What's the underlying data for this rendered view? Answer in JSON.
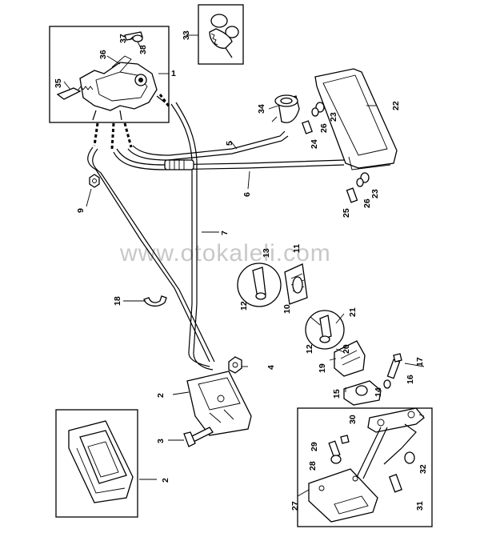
{
  "watermark": "www.otokaleli.com",
  "parts": {
    "p1": "1",
    "p2a": "2",
    "p2b": "2",
    "p3": "3",
    "p4": "4",
    "p5": "5",
    "p6": "6",
    "p7": "7",
    "p9": "9",
    "p10": "10",
    "p11": "11",
    "p12a": "12",
    "p12b": "12",
    "p13": "13",
    "p14": "14",
    "p15": "15",
    "p16": "16",
    "p17": "17",
    "p18": "18",
    "p19": "19",
    "p20": "20",
    "p21": "21",
    "p22": "22",
    "p23a": "23",
    "p23b": "23",
    "p24": "24",
    "p25": "25",
    "p26a": "26",
    "p26b": "26",
    "p27": "27",
    "p28": "28",
    "p29": "29",
    "p30": "30",
    "p31": "31",
    "p32": "32",
    "p33": "33",
    "p34": "34",
    "p35": "35",
    "p36": "36",
    "p37": "37",
    "p38": "38"
  }
}
